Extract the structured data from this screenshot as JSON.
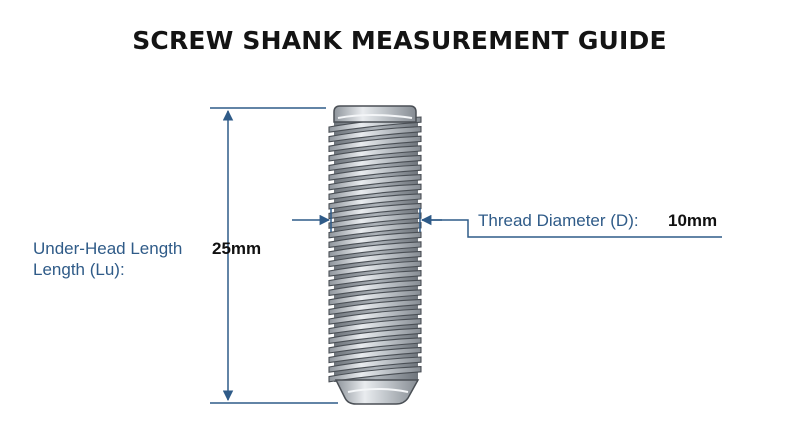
{
  "title": "SCREW SHANK MEASUREMENT GUIDE",
  "under_head_length": {
    "label_line1": "Under-Head Length",
    "label_line2": "Length (Lu):",
    "value": "25mm"
  },
  "thread_diameter": {
    "label": "Thread Diameter (D):",
    "value": "10mm"
  },
  "colors": {
    "dimension_line": "#2f5b88",
    "label_text": "#2f5b88",
    "value_text": "#111111",
    "screw_outline": "#4a4f55",
    "screw_metal": "#c3c8cd"
  },
  "icons": {
    "screw": "screw-shank-illustration"
  }
}
